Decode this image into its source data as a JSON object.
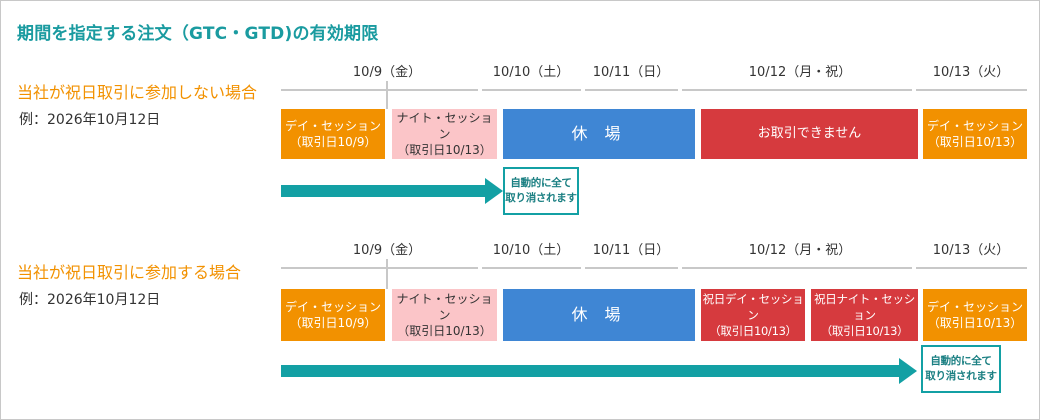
{
  "title": "期間を指定する注文（GTC・GTD)の有効期限",
  "sections": [
    {
      "heading": "当社が祝日取引に参加しない場合",
      "example": "例：2026年10月12日",
      "dates": [
        "10/9（金）",
        "10/10（土）",
        "10/11（日）",
        "10/12（月・祝）",
        "10/13（火）"
      ],
      "blocks": [
        {
          "text": "デイ・セッション\n（取引日10/9）",
          "color": "#f29100"
        },
        {
          "text": "ナイト・セッション\n（取引日10/13）",
          "color": "#fbc5c8"
        },
        {
          "text": "休 場",
          "color": "#3f86d4"
        },
        {
          "text": "お取引できません",
          "color": "#d63a3e"
        },
        {
          "text": "デイ・セッション\n（取引日10/13）",
          "color": "#f29100"
        }
      ],
      "cancel_label": "自動的に全て\n取り消されます"
    },
    {
      "heading": "当社が祝日取引に参加する場合",
      "example": "例：2026年10月12日",
      "dates": [
        "10/9（金）",
        "10/10（土）",
        "10/11（日）",
        "10/12（月・祝）",
        "10/13（火）"
      ],
      "blocks": [
        {
          "text": "デイ・セッション\n（取引日10/9）",
          "color": "#f29100"
        },
        {
          "text": "ナイト・セッション\n（取引日10/13）",
          "color": "#fbc5c8"
        },
        {
          "text": "休 場",
          "color": "#3f86d4"
        },
        {
          "text": "祝日デイ・セッション\n（取引日10/13）",
          "color": "#d63a3e"
        },
        {
          "text": "祝日ナイト・セッション\n（取引日10/13）",
          "color": "#d63a3e"
        },
        {
          "text": "デイ・セッション\n（取引日10/13）",
          "color": "#f29100"
        }
      ],
      "cancel_label": "自動的に全て\n取り消されます"
    }
  ]
}
